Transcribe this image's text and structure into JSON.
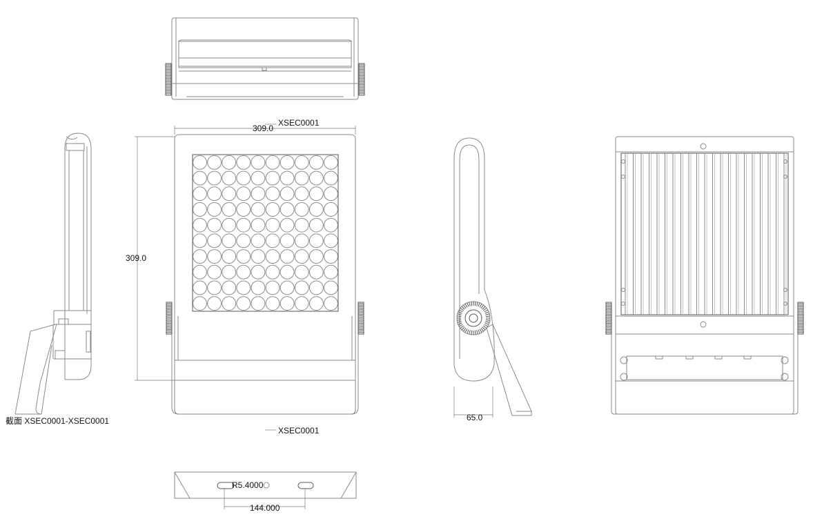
{
  "labels": {
    "section_top": "XSEC0001",
    "section_bottom": "XSEC0001",
    "section_view": "截面 XSEC0001-XSEC0001",
    "width_front": "309.0",
    "height_front": "309.0",
    "depth_side": "65.0",
    "radius": "R5.4000",
    "hole_spacing": "144.000"
  },
  "led_grid": {
    "rows": 10,
    "cols": 10
  },
  "fin_count": 21
}
